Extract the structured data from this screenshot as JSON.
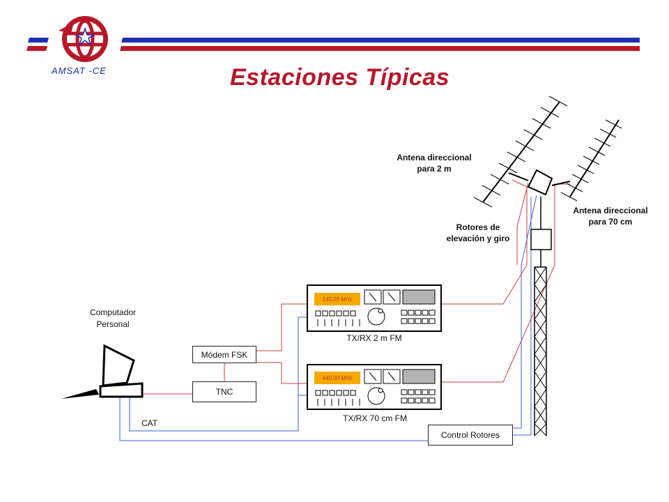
{
  "header": {
    "logo_text": "AMSAT -CE",
    "title": "Estaciones Típicas"
  },
  "labels": {
    "antenna_2m": "Antena direccional\npara 2 m",
    "antenna_70cm": "Antena direccional\npara 70 cm",
    "rotors": "Rotores de\nelevación y giro",
    "computer": "Computador\nPersonal",
    "cat": "CAT",
    "radio_2m": "TX/RX 2 m FM",
    "radio_70cm": "TX/RX 70 cm FM"
  },
  "boxes": {
    "modem": "Módem FSK",
    "tnc": "TNC",
    "rotor_control": "Control Rotores"
  },
  "radios": {
    "freq_2m": "145.00 MHz",
    "freq_70cm": "440.00 MHz"
  },
  "colors": {
    "title_red": "#b8172a",
    "logo_blue": "#1f2f9a",
    "stripe_blue": "#1f2fb5",
    "stripe_red": "#b8172a",
    "wire_red": "#d43a3a",
    "wire_blue": "#3a5fd4",
    "display_orange": "#f5a800"
  }
}
